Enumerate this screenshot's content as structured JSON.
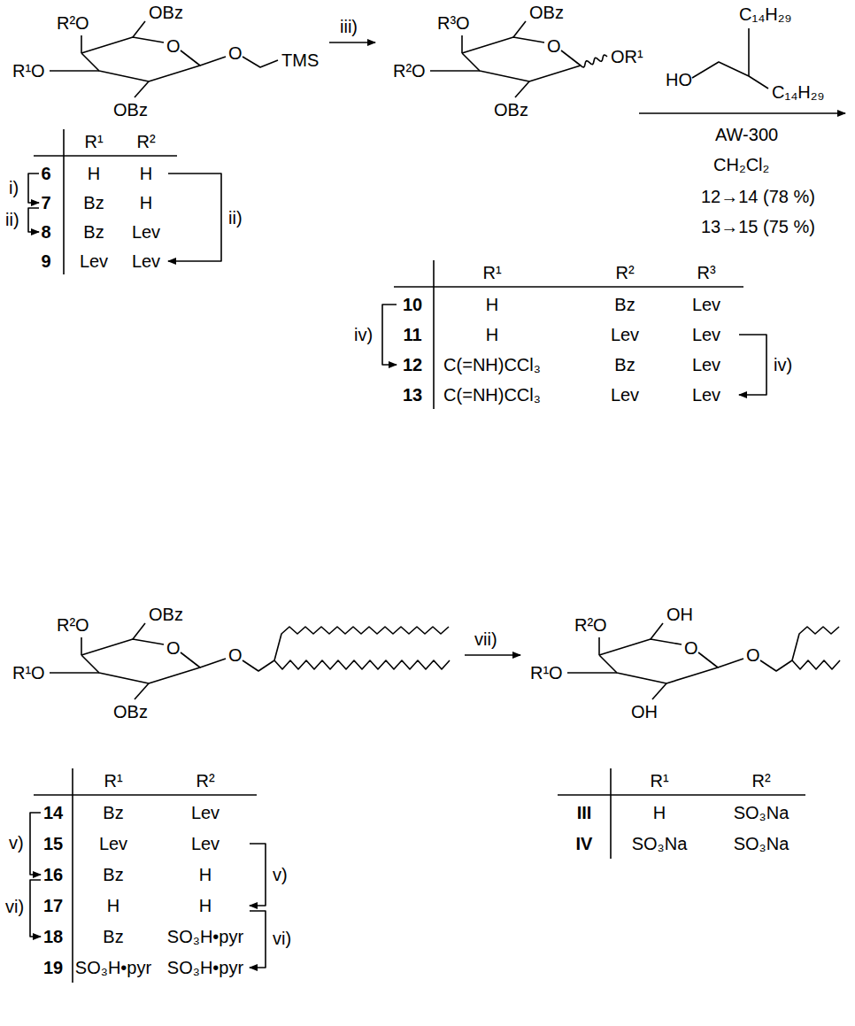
{
  "diagram": {
    "labels": [
      "R²O",
      "OBz",
      "O",
      "O",
      "TMS",
      "R¹O",
      "OBz",
      "R¹",
      "R²",
      "6",
      "H",
      "H",
      "7",
      "Bz",
      "H",
      "8",
      "Bz",
      "Lev",
      "9",
      "Lev",
      "Lev",
      "i)",
      "ii)",
      "ii)",
      "iii)",
      "R³O",
      "OBz",
      "O",
      "OR¹",
      "R²O",
      "OBz",
      "C₁₄H₂₉",
      "HO",
      "C₁₄H₂₉",
      "AW-300",
      "CH₂Cl₂",
      "12→14 (78 %)",
      "13→15 (75 %)",
      "R¹",
      "R²",
      "R³",
      "10",
      "H",
      "Bz",
      "Lev",
      "11",
      "H",
      "Lev",
      "Lev",
      "12",
      "C(=NH)CCl₃",
      "Bz",
      "Lev",
      "13",
      "C(=NH)CCl₃",
      "Lev",
      "Lev",
      "iv)",
      "iv)",
      "R²O",
      "OBz",
      "O",
      "O",
      "R¹O",
      "OBz",
      "vii)",
      "R²O",
      "OH",
      "O",
      "O",
      "R¹O",
      "OH",
      "R¹",
      "R²",
      "14",
      "Bz",
      "Lev",
      "15",
      "Lev",
      "Lev",
      "16",
      "Bz",
      "H",
      "17",
      "H",
      "H",
      "18",
      "Bz",
      "SO₃H•pyr",
      "19",
      "SO₃H•pyr",
      "SO₃H•pyr",
      "v)",
      "vi)",
      "v)",
      "vi)",
      "R¹",
      "R²",
      "III",
      "H",
      "SO₃Na",
      "IV",
      "SO₃Na",
      "SO₃Na"
    ]
  }
}
